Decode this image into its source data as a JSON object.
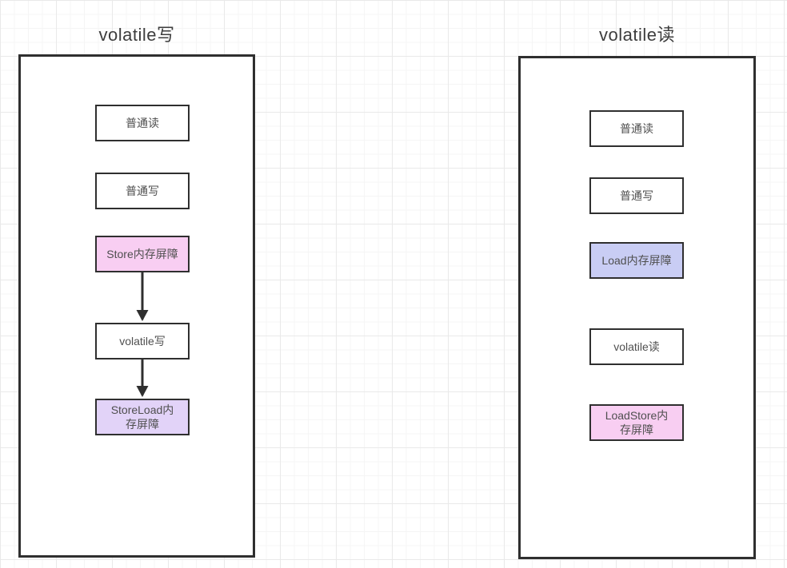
{
  "colors": {
    "box_border": "#2f2f2f",
    "arrow": "#2f2f2f",
    "title_text": "#3d3d3d",
    "box_text": "#4f4f4f",
    "white_fill": "#ffffff",
    "pink_fill": "#f8cef2",
    "purple_fill": "#e2d3f8",
    "periwinkle_fill": "#c9cdf4"
  },
  "panels": [
    {
      "title": "volatile写",
      "boxes": [
        {
          "label": "普通读",
          "fill": "#ffffff"
        },
        {
          "label": "普通写",
          "fill": "#ffffff"
        },
        {
          "label": "Store内存屏障",
          "fill": "#f8cef2"
        },
        {
          "label": "volatile写",
          "fill": "#ffffff"
        },
        {
          "label": "StoreLoad内存屏障",
          "fill": "#e2d3f8"
        }
      ],
      "arrows": [
        {
          "from": "Store内存屏障",
          "to": "volatile写"
        },
        {
          "from": "volatile写",
          "to": "StoreLoad内存屏障"
        }
      ]
    },
    {
      "title": "volatile读",
      "boxes": [
        {
          "label": "普通读",
          "fill": "#ffffff"
        },
        {
          "label": "普通写",
          "fill": "#ffffff"
        },
        {
          "label": "Load内存屏障",
          "fill": "#c9cdf4"
        },
        {
          "label": "volatile读",
          "fill": "#ffffff"
        },
        {
          "label": "LoadStore内存屏障",
          "fill": "#f8cef2"
        }
      ],
      "arrows": []
    }
  ]
}
